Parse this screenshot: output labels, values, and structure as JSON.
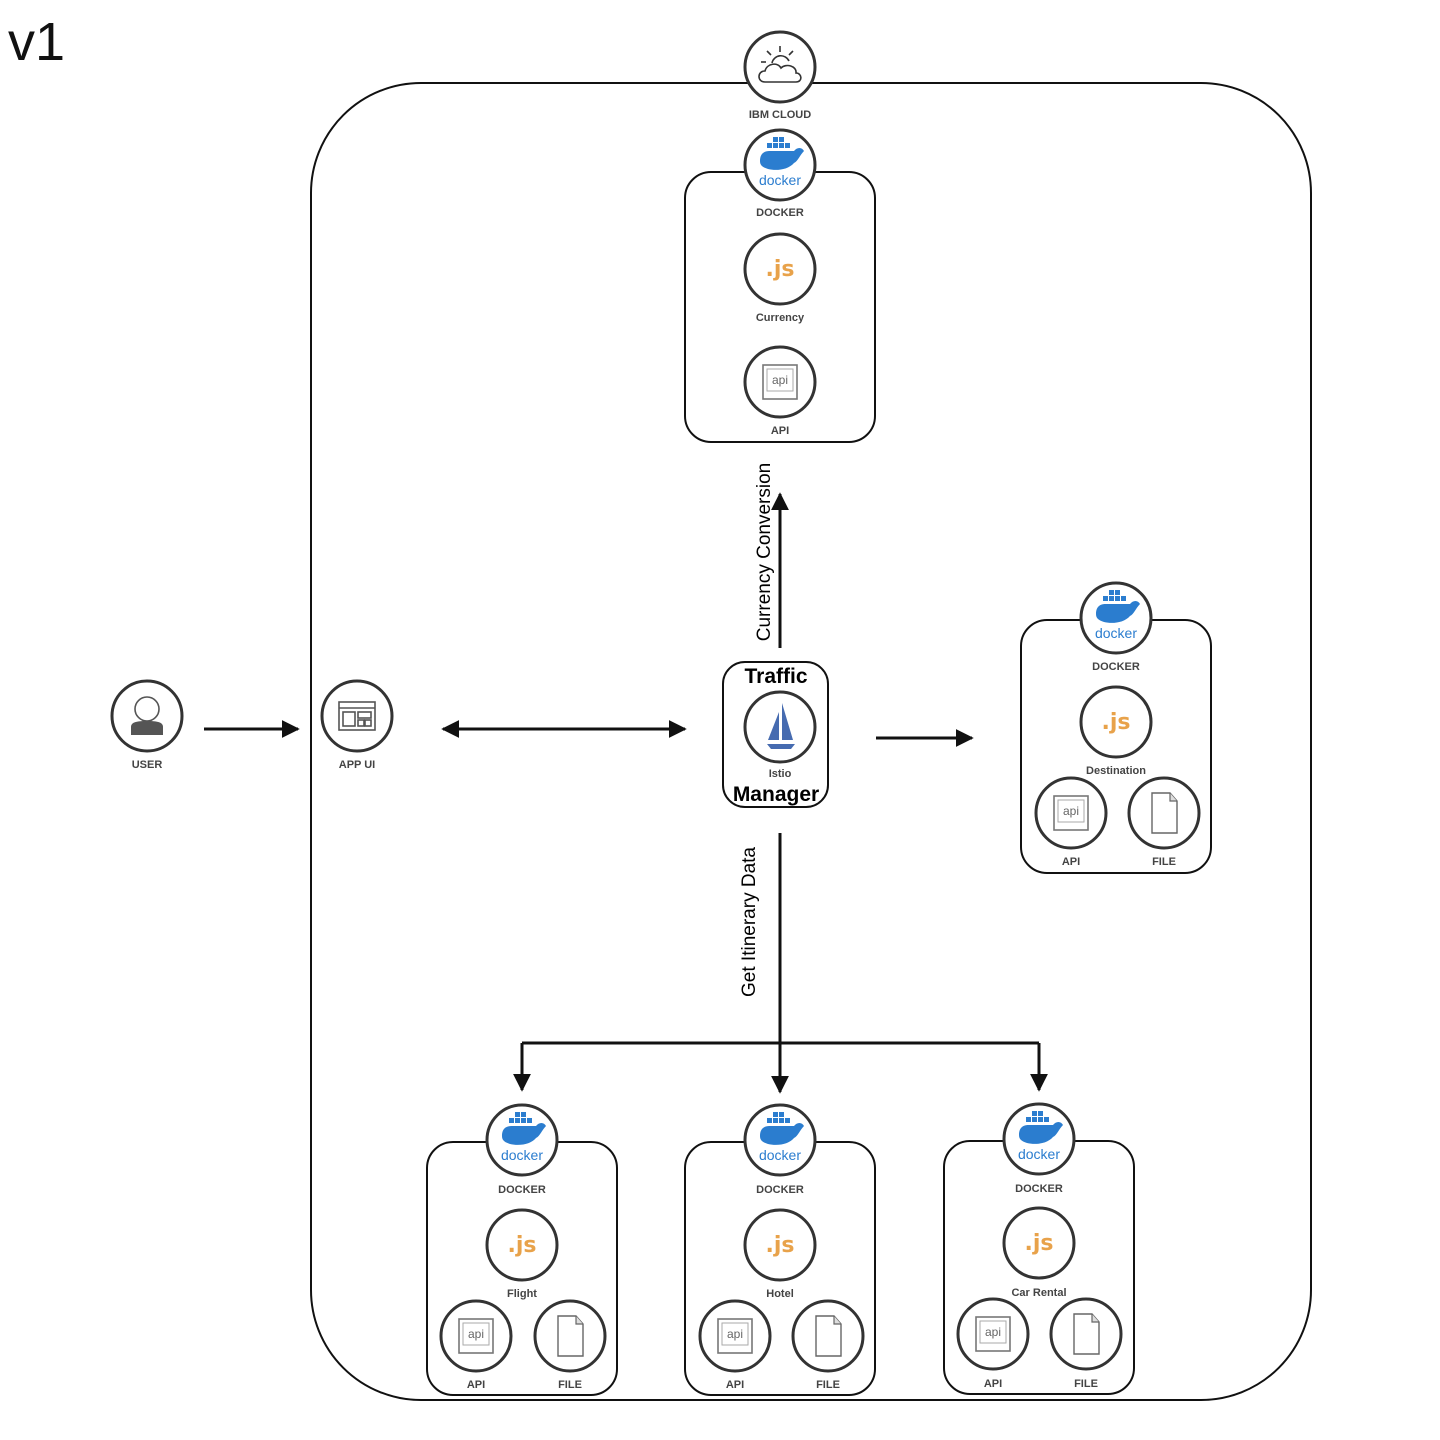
{
  "version": "v1",
  "cloud": {
    "label": "IBM CLOUD"
  },
  "left": {
    "user_label": "USER",
    "app_ui_label": "APP UI"
  },
  "traffic_manager": {
    "top": "Traffic",
    "bottom": "Manager",
    "icon_label": "Istio"
  },
  "edges": {
    "currency_conversion": "Currency Conversion",
    "get_itinerary": "Get Itinerary Data"
  },
  "icon_text": {
    "docker": "docker",
    "js": ".js",
    "api": "api"
  },
  "services": {
    "currency": {
      "docker": "DOCKER",
      "name": "Currency",
      "api": "API"
    },
    "destination": {
      "docker": "DOCKER",
      "name": "Destination",
      "api": "API",
      "file": "FILE"
    },
    "flight": {
      "docker": "DOCKER",
      "name": "Flight",
      "api": "API",
      "file": "FILE"
    },
    "hotel": {
      "docker": "DOCKER",
      "name": "Hotel",
      "api": "API",
      "file": "FILE"
    },
    "car": {
      "docker": "DOCKER",
      "name": "Car Rental",
      "api": "API",
      "file": "FILE"
    }
  },
  "colors": {
    "docker_blue": "#2b7dcf",
    "js_orange": "#e8a24a",
    "istio_blue": "#466bb0"
  }
}
